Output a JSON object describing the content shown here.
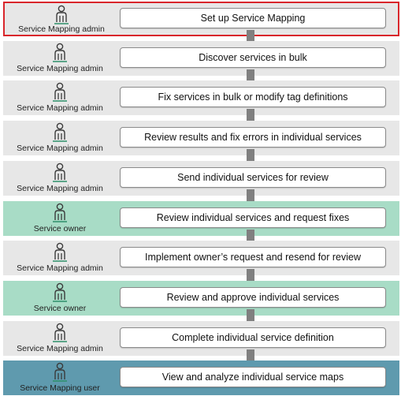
{
  "steps": [
    {
      "role": "Service Mapping admin",
      "task": "Set up Service Mapping",
      "role_type": "admin",
      "highlighted": true
    },
    {
      "role": "Service Mapping admin",
      "task": "Discover services in bulk",
      "role_type": "admin",
      "highlighted": false
    },
    {
      "role": "Service Mapping admin",
      "task": "Fix services in bulk or modify tag definitions",
      "role_type": "admin",
      "highlighted": false
    },
    {
      "role": "Service Mapping admin",
      "task": "Review results and fix errors in individual services",
      "role_type": "admin",
      "highlighted": false
    },
    {
      "role": "Service Mapping admin",
      "task": "Send individual services for review",
      "role_type": "admin",
      "highlighted": false
    },
    {
      "role": "Service owner",
      "task": "Review individual services and request fixes",
      "role_type": "owner",
      "highlighted": false
    },
    {
      "role": "Service Mapping admin",
      "task": "Implement owner’s request and resend for review",
      "role_type": "admin",
      "highlighted": false
    },
    {
      "role": "Service owner",
      "task": "Review and approve individual services",
      "role_type": "owner",
      "highlighted": false
    },
    {
      "role": "Service Mapping admin",
      "task": "Complete individual service definition",
      "role_type": "admin",
      "highlighted": false
    },
    {
      "role": "Service Mapping user",
      "task": "View and analyze individual service maps",
      "role_type": "user",
      "highlighted": false
    }
  ],
  "colors": {
    "admin_band": "#e7e7e7",
    "owner_band": "#a8dcc6",
    "user_band": "#5f9aae",
    "highlight_border": "#d9262b",
    "arrow": "#808080"
  },
  "icons": {
    "role": "person-icon",
    "connector": "down-arrow-icon"
  }
}
